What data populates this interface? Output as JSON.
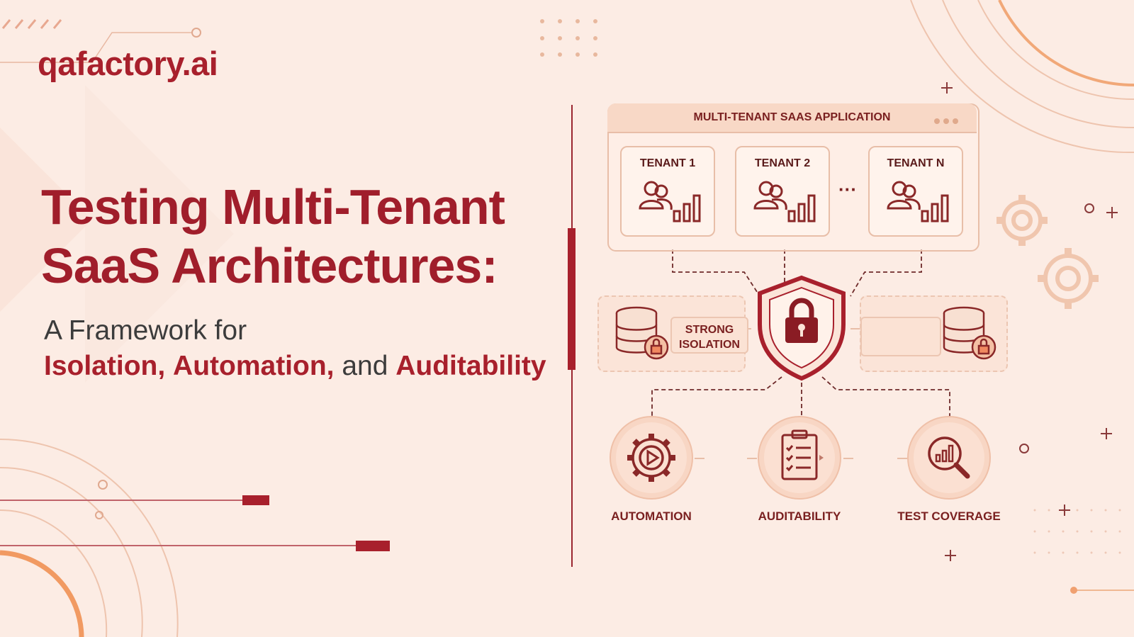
{
  "brand": {
    "name": "qafactory.ai"
  },
  "headline": {
    "line1": "Testing Multi-Tenant",
    "line2": "SaaS Architectures:",
    "subtitle": "A Framework for",
    "emphasis": [
      {
        "text": "Isolation,",
        "style": "emph"
      },
      {
        "text": " ",
        "style": "plain"
      },
      {
        "text": "Automation,",
        "style": "emph"
      },
      {
        "text": " and ",
        "style": "plain"
      },
      {
        "text": "Auditability",
        "style": "emph"
      }
    ]
  },
  "diagram": {
    "app_title": "MULTI-TENANT SAAS APPLICATION",
    "tenants": [
      {
        "label": "TENANT 1"
      },
      {
        "label": "TENANT 2"
      },
      {
        "label": "TENANT N"
      }
    ],
    "ellipsis": "···",
    "isolation_line1": "STRONG",
    "isolation_line2": "ISOLATION",
    "features": [
      {
        "label": "AUTOMATION",
        "icon": "gear-play-icon"
      },
      {
        "label": "AUDITABILITY",
        "icon": "clipboard-checklist-icon"
      },
      {
        "label": "TEST COVERAGE",
        "icon": "magnifier-chart-icon"
      }
    ]
  },
  "colors": {
    "background": "#fcece4",
    "brand_red": "#a8202c",
    "dark_red": "#7a2020",
    "peach": "#e8bea8"
  }
}
